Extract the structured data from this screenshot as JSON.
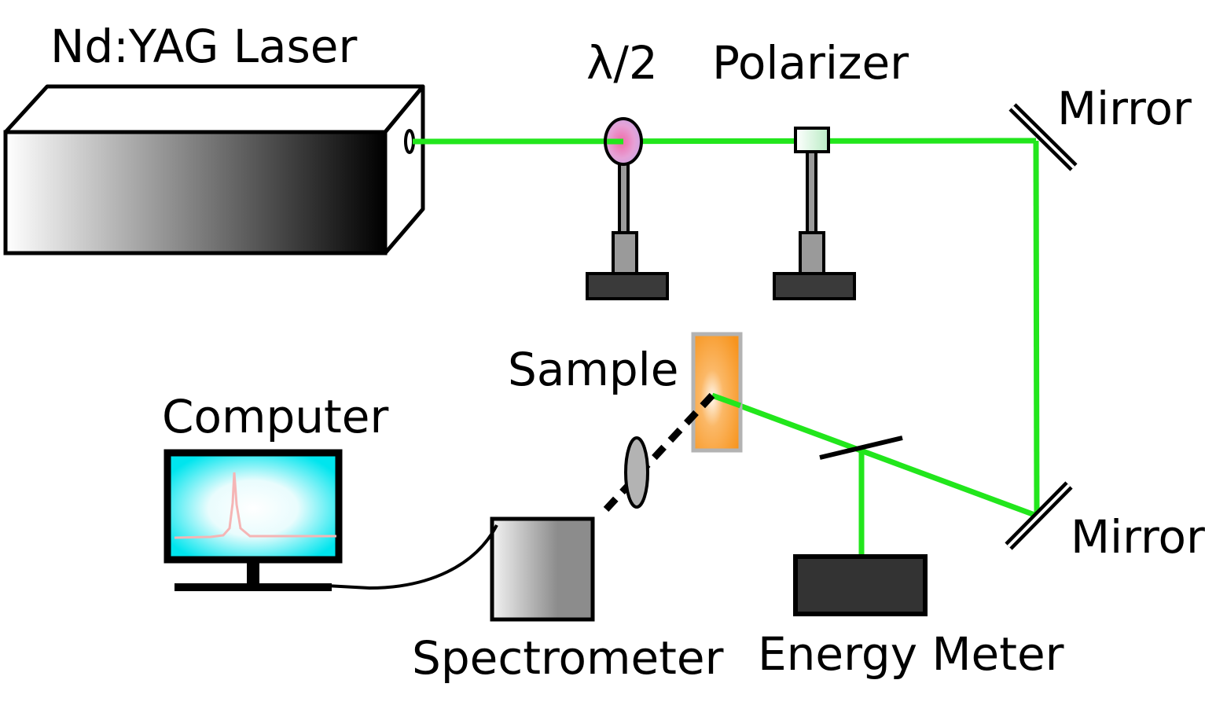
{
  "labels": {
    "laser": "Nd:YAG Laser",
    "half_wave_plate": "λ/2",
    "polarizer": "Polarizer",
    "mirror_top": "Mirror",
    "mirror_bottom": "Mirror",
    "sample": "Sample",
    "computer": "Computer",
    "spectrometer": "Spectrometer",
    "energy_meter": "Energy Meter"
  },
  "colors": {
    "beam": "#22e61c",
    "sample": "#f7941d",
    "screen": "#00e5ee",
    "waveplate": "#e89ad0",
    "polarizer": "#d9f5e0",
    "mount_post": "#9a9a9a",
    "mount_base": "#3a3a3a",
    "energy_meter": "#333333"
  }
}
